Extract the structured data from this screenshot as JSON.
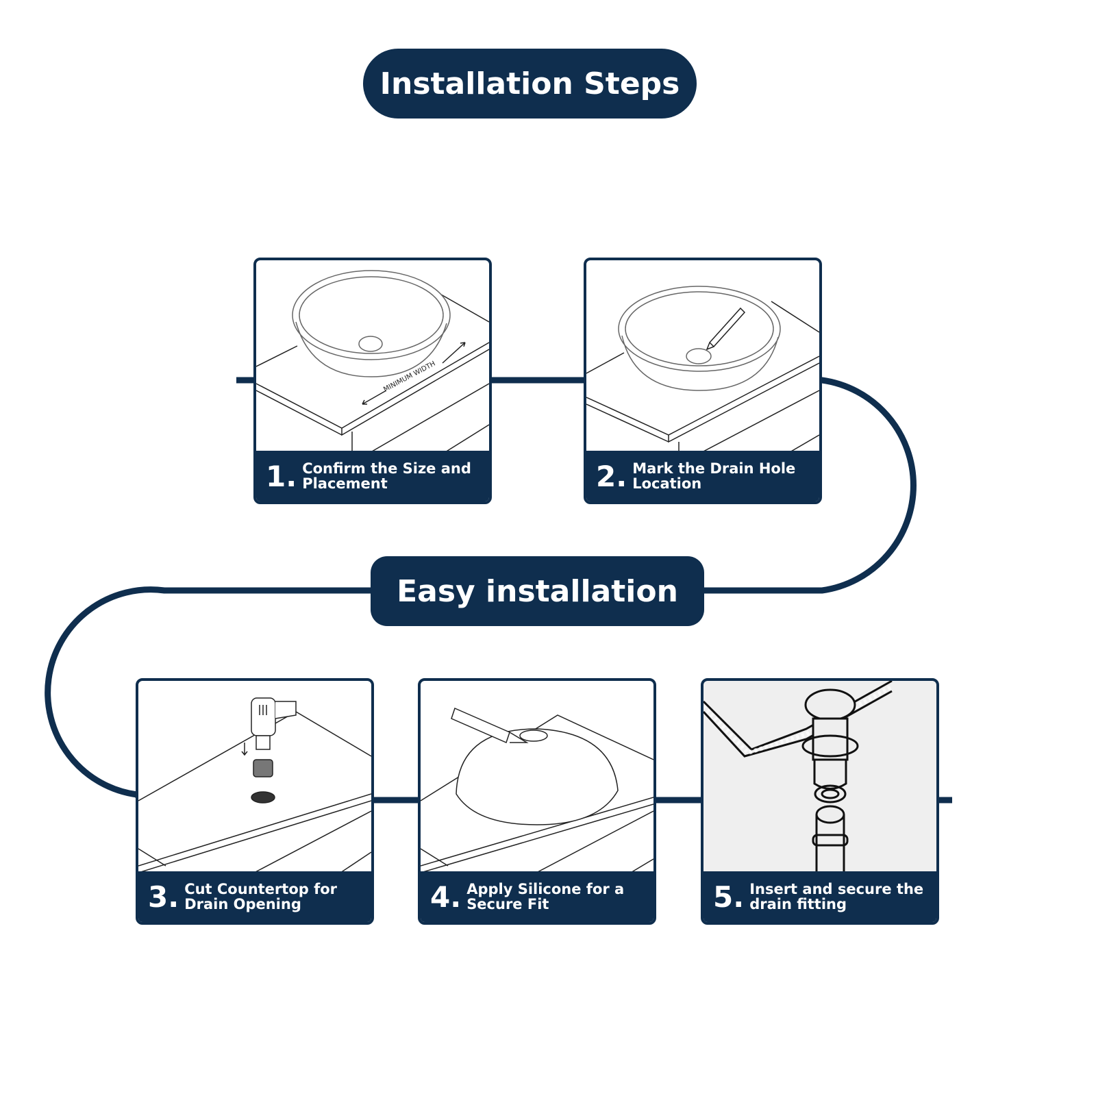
{
  "header": {
    "title": "Installation Steps"
  },
  "center_label": "Easy installation",
  "colors": {
    "primary": "#0f2e4e",
    "panel_bg_step5": "#efefef"
  },
  "steps": [
    {
      "number": "1.",
      "line1": "Confirm the Size and",
      "line2": "Placement",
      "annotation": "MINIMUM  WIDTH"
    },
    {
      "number": "2.",
      "line1": "Mark the Drain Hole",
      "line2": "Location"
    },
    {
      "number": "3.",
      "line1": "Cut Countertop for",
      "line2": "Drain Opening"
    },
    {
      "number": "4.",
      "line1": "Apply Silicone for a",
      "line2": "Secure Fit"
    },
    {
      "number": "5.",
      "line1": "Insert and secure the",
      "line2": "drain fitting"
    }
  ]
}
